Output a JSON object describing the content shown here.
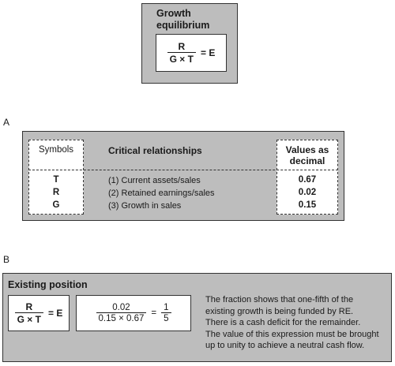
{
  "top": {
    "title_line1": "Growth",
    "title_line2": "equilibrium",
    "numerator": "R",
    "denominator": "G × T",
    "equals": "= E"
  },
  "section_a": {
    "label": "A",
    "symbols_header": "Symbols",
    "relationships_header": "Critical relationships",
    "values_header_line1": "Values as",
    "values_header_line2": "decimal",
    "rows": [
      {
        "symbol": "T",
        "relationship": "(1) Current assets/sales",
        "value": "0.67"
      },
      {
        "symbol": "R",
        "relationship": "(2) Retained earnings/sales",
        "value": "0.02"
      },
      {
        "symbol": "G",
        "relationship": "(3) Growth in sales",
        "value": "0.15"
      }
    ]
  },
  "section_b": {
    "label": "B",
    "title": "Existing position",
    "formula": {
      "numerator": "R",
      "denominator": "G × T",
      "equals": "= E"
    },
    "calc": {
      "numerator": "0.02",
      "denominator": "0.15 × 0.67",
      "equals": "=",
      "result_num": "1",
      "result_den": "5"
    },
    "description": [
      "The fraction shows that one-fifth of the",
      "existing growth is being funded by RE.",
      "There is a cash deficit for the remainder.",
      "The value of this expression must be brought",
      "up to unity to achieve a neutral cash flow."
    ]
  }
}
